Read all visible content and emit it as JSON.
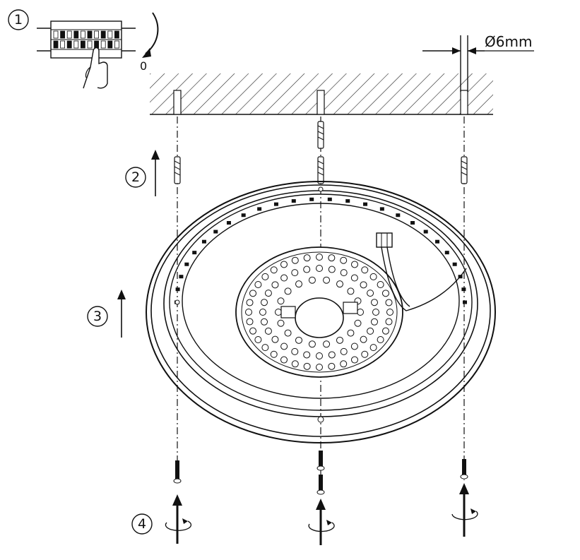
{
  "steps": {
    "step1": "1",
    "step2": "2",
    "step3": "3",
    "step4": "4"
  },
  "breaker": {
    "off_label": "0"
  },
  "drill": {
    "diameter_label": "Ø6mm"
  },
  "colors": {
    "line": "#111111",
    "hatch": "#222222",
    "background": "#ffffff"
  }
}
